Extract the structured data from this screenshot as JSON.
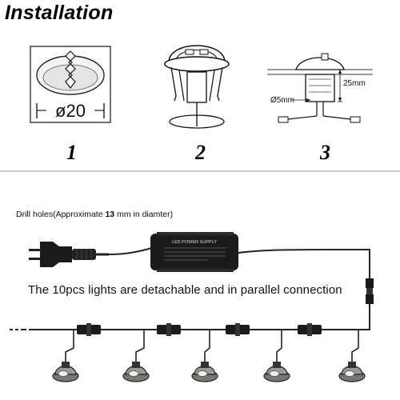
{
  "title": "Installation",
  "steps": [
    {
      "number": "1",
      "diameter_label": "ø20"
    },
    {
      "number": "2"
    },
    {
      "number": "3",
      "depth_label": "25mm",
      "cable_label": "Ø5mm"
    }
  ],
  "wiring": {
    "drill_note_prefix": "Drill holes(Approximate ",
    "drill_note_value": "13",
    "drill_note_suffix": " mm in diamter)",
    "power_supply_label": "LED POWER SUPPLY",
    "caption": "The 10pcs lights are detachable and in parallel connection",
    "light_count_shown": 5
  }
}
